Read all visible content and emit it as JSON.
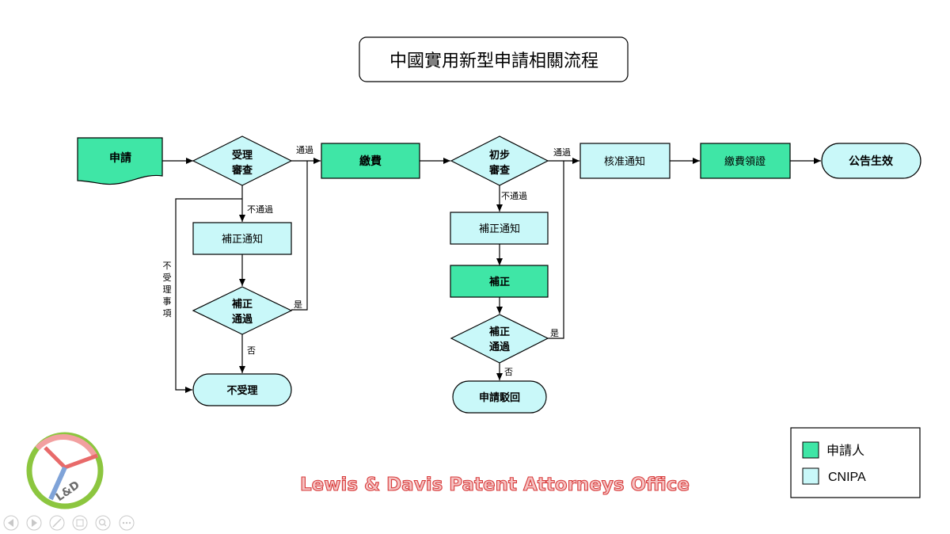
{
  "title": "中國實用新型申請相關流程",
  "nodes": {
    "apply": "申請",
    "accept_review_1": "受理",
    "accept_review_2": "審查",
    "fee": "繳費",
    "prelim_review_1": "初步",
    "prelim_review_2": "審查",
    "approval_notice": "核准通知",
    "fee_certificate": "繳費領證",
    "publication": "公告生效",
    "correction_notice_1": "補正通知",
    "correction_pass_1a": "補正",
    "correction_pass_1b": "通過",
    "not_accepted": "不受理",
    "correction_notice_2": "補正通知",
    "correction": "補正",
    "correction_pass_2a": "補正",
    "correction_pass_2b": "通過",
    "rejection": "申請駁回"
  },
  "edge_labels": {
    "pass_1": "通過",
    "fail_1": "不通過",
    "yes_1": "是",
    "no_1": "否",
    "not_accepted_matter_chars": [
      "不",
      "受",
      "理",
      "事",
      "項"
    ],
    "pass_2": "通過",
    "fail_2": "不通過",
    "yes_2": "是",
    "no_2": "否"
  },
  "legend": {
    "applicant": "申請人",
    "cnipa": "CNIPA",
    "applicant_color": "#3FE6A6",
    "cnipa_color": "#C9F8F9"
  },
  "logo_text": "L&D",
  "footer": "Lewis & Davis Patent Attorneys Office"
}
